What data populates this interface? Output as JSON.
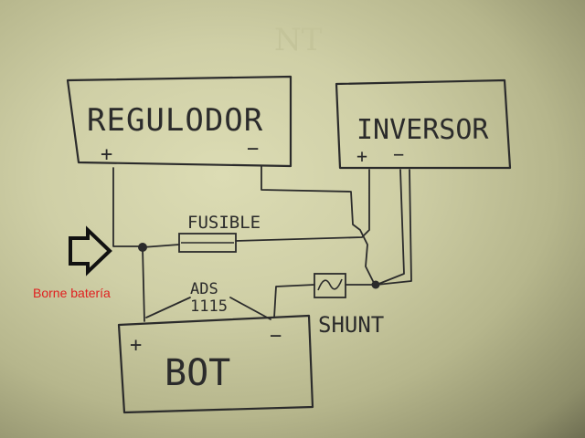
{
  "components": {
    "regulador": {
      "label": "REGULODOR",
      "plus": "+",
      "minus": "−"
    },
    "inversor": {
      "label": "INVERSOR",
      "plus": "+",
      "minus": "−"
    },
    "battery": {
      "label": "BOT",
      "plus": "+",
      "minus": "−"
    },
    "fuse": {
      "label": "FUSIBLE"
    },
    "shunt": {
      "label": "SHUNT"
    },
    "adc": {
      "label_line1": "ADS",
      "label_line2": "1115"
    }
  },
  "annotation": {
    "text": "Borne batería",
    "color": "#e02020",
    "arrow_icon": "right-arrow-icon"
  },
  "colors": {
    "ink": "#2b2b2b",
    "paper": "#d8d8b0"
  }
}
